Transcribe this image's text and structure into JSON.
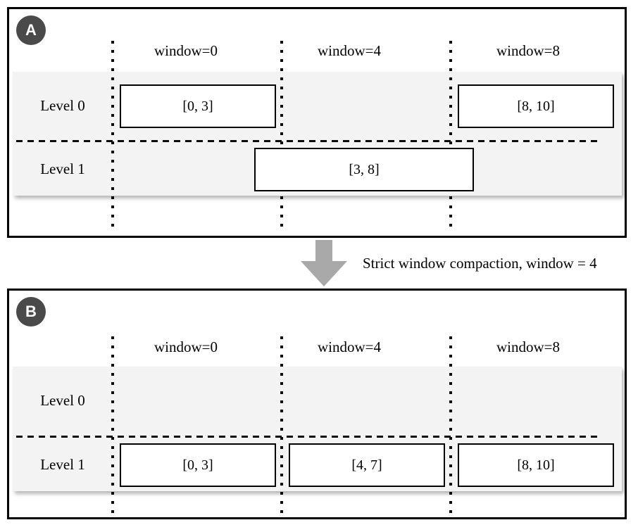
{
  "colors": {
    "badge_bg": "#4a4a4a",
    "row_band": "#f3f3f3",
    "arrow": "#a8a8a8",
    "line": "#000000"
  },
  "arrow": {
    "caption": "Strict window compaction, window = 4"
  },
  "panels": [
    {
      "badge": "A",
      "window_labels": [
        "window=0",
        "window=4",
        "window=8"
      ],
      "levels": [
        "Level 0",
        "Level 1"
      ],
      "files": [
        {
          "level": "Level 0",
          "label": "[0, 3]"
        },
        {
          "level": "Level 0",
          "label": "[8, 10]"
        },
        {
          "level": "Level 1",
          "label": "[3, 8]"
        }
      ]
    },
    {
      "badge": "B",
      "window_labels": [
        "window=0",
        "window=4",
        "window=8"
      ],
      "levels": [
        "Level 0",
        "Level 1"
      ],
      "files": [
        {
          "level": "Level 1",
          "label": "[0, 3]"
        },
        {
          "level": "Level 1",
          "label": "[4, 7]"
        },
        {
          "level": "Level 1",
          "label": "[8, 10]"
        }
      ]
    }
  ]
}
